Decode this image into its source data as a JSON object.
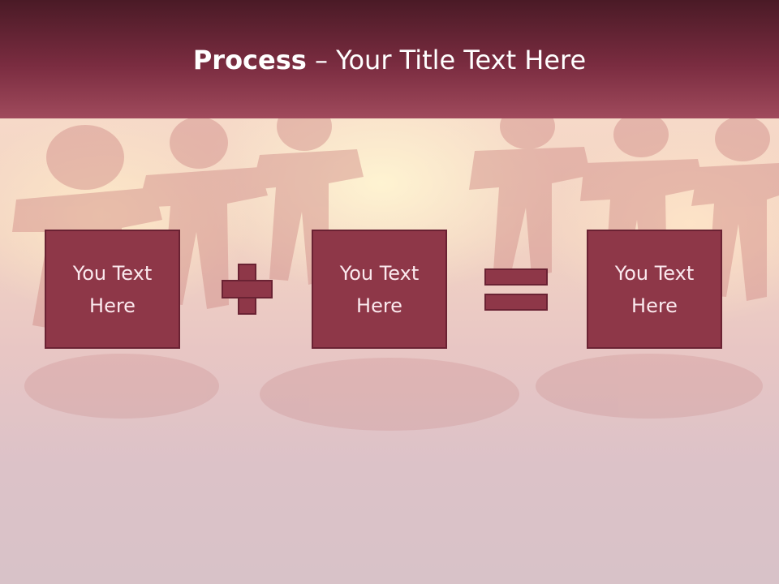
{
  "slide": {
    "title_strong": "Process",
    "title_rest": " – Your Title Text Here"
  },
  "boxes": [
    {
      "line1": "You Text",
      "line2": "Here"
    },
    {
      "line1": "You Text",
      "line2": "Here"
    },
    {
      "line1": "You Text",
      "line2": "Here"
    }
  ],
  "colors": {
    "header": "#7a2c40",
    "box_fill": "#8e3748",
    "box_border": "#6a2233",
    "title_text": "#ffffff",
    "box_text": "#fbe9ee"
  },
  "icons": {
    "operator_1": "plus-icon",
    "operator_2": "equals-icon"
  }
}
